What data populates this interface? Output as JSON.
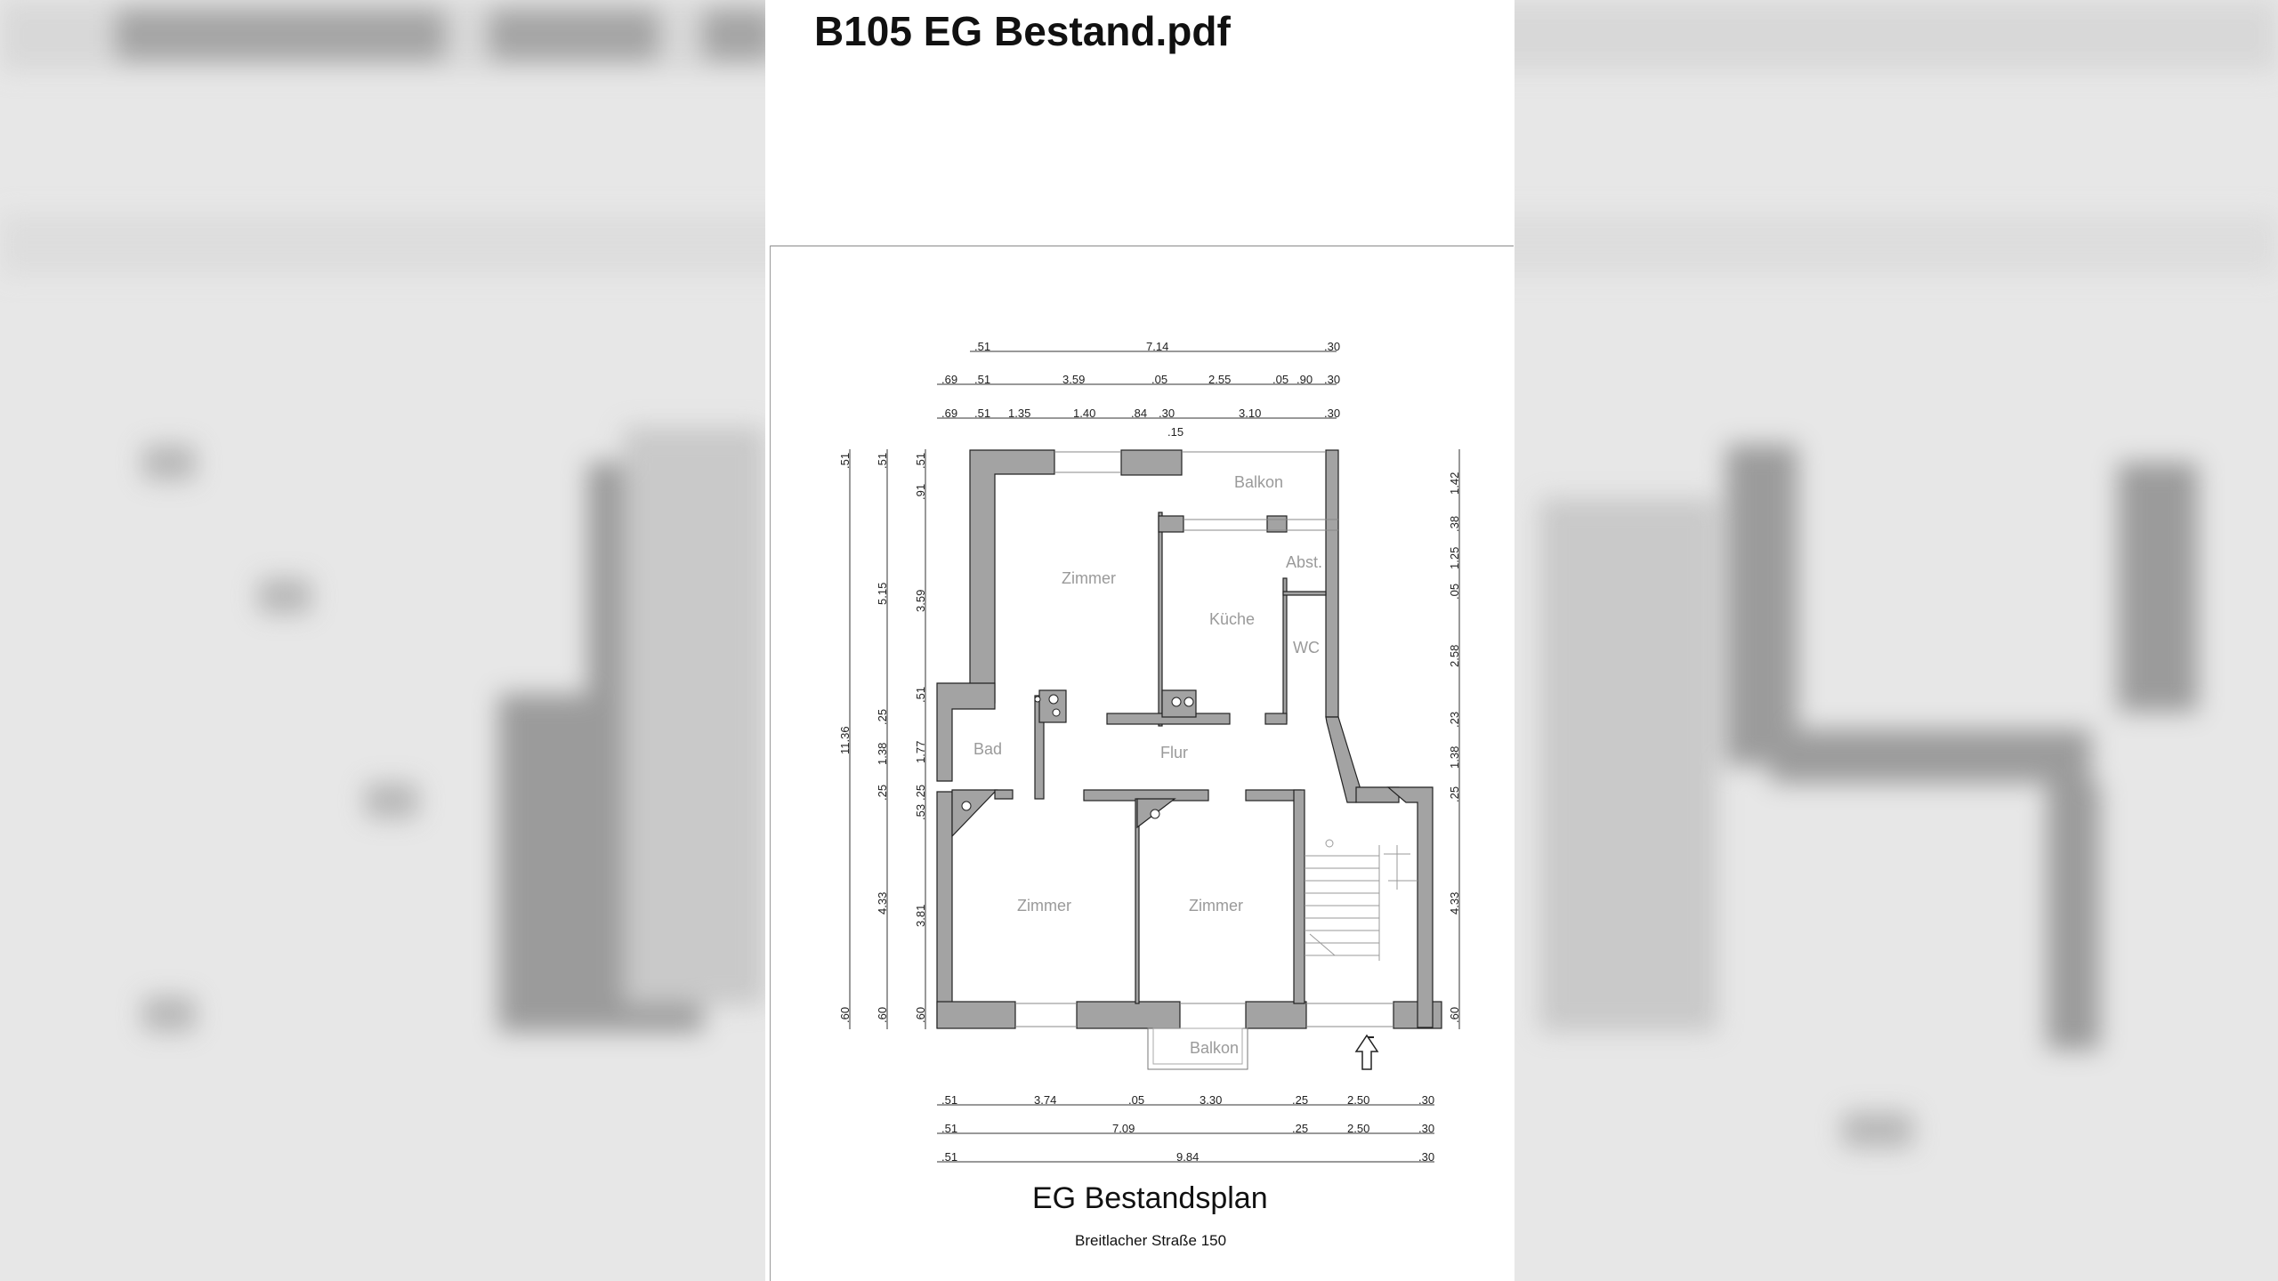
{
  "document": {
    "filename": "B105 EG Bestand.pdf"
  },
  "plan": {
    "title": "EG Bestandsplan",
    "address": "Breitlacher Straße 150",
    "rooms": {
      "balkon_top": "Balkon",
      "zimmer_nw": "Zimmer",
      "kueche": "Küche",
      "abst": "Abst.",
      "wc": "WC",
      "bad": "Bad",
      "flur": "Flur",
      "zimmer_sw": "Zimmer",
      "zimmer_s": "Zimmer",
      "balkon_bottom": "Balkon"
    },
    "dims_top": {
      "row1": [
        ".51",
        "7.14",
        ".30"
      ],
      "row2": [
        ".69",
        ".51",
        "3.59",
        ".05",
        "2.55",
        ".05",
        ".90",
        ".30"
      ],
      "row3": [
        ".69",
        ".51",
        "1.35",
        "1.40",
        ".84",
        ".30",
        "3.10",
        ".30"
      ],
      "extra": ".15"
    },
    "dims_bottom": {
      "row1": [
        ".51",
        "3.74",
        ".05",
        "3.30",
        ".25",
        "2.50",
        ".30"
      ],
      "row2": [
        ".51",
        "7.09",
        ".25",
        "2.50",
        ".30"
      ],
      "row3": [
        ".51",
        "9.84",
        ".30"
      ]
    },
    "dims_left": {
      "col1": [
        ".51",
        "11.36",
        ".60"
      ],
      "col2": [
        ".51",
        "5.15",
        ".25",
        "1.38",
        ".25",
        "4.33",
        ".60"
      ],
      "col3": [
        ".51",
        ".91",
        "3.59",
        ".51",
        "1.77",
        ".53",
        ".25",
        "3.81",
        ".60"
      ]
    },
    "dims_right": [
      "1.42",
      ".38",
      "1.25",
      ".05",
      "2.58",
      ".23",
      "1.38",
      ".25",
      "4.33",
      ".60"
    ]
  }
}
